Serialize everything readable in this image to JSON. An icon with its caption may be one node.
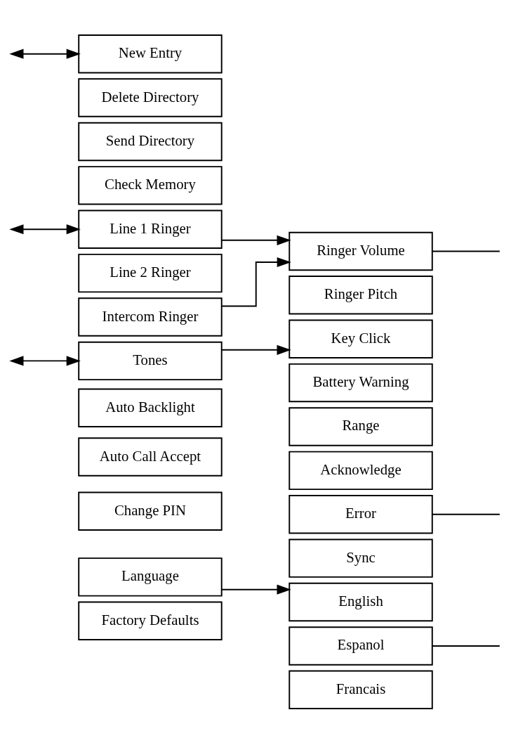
{
  "diagram": {
    "nodes": [
      {
        "text": [
          "New Entry"
        ]
      },
      {
        "text": [
          "Delete Directory"
        ]
      },
      {
        "text": [
          "Send Directory"
        ]
      },
      {
        "text": [
          "Check Memory"
        ]
      },
      {
        "text": [
          "Line 1 Ringer"
        ]
      },
      {
        "text": [
          "Line 2 Ringer"
        ]
      },
      {
        "text": [
          "Intercom Ringer"
        ]
      },
      {
        "text": [
          "Ringer Volume"
        ]
      },
      {
        "text": [
          "Ringer Pitch"
        ]
      },
      {
        "text": [
          "Tones"
        ]
      },
      {
        "text": [
          "Auto Backlight"
        ]
      },
      {
        "text": [
          "Auto Call Accept"
        ]
      },
      {
        "text": [
          "Change PIN"
        ]
      },
      {
        "text": [
          "Language"
        ]
      },
      {
        "text": [
          "Factory Defaults"
        ]
      },
      {
        "text": [
          "Key Click"
        ]
      },
      {
        "text": [
          "Battery Warning"
        ]
      },
      {
        "text": [
          "Range"
        ]
      },
      {
        "text": [
          "Acknowledge"
        ]
      },
      {
        "text": [
          "Error"
        ]
      },
      {
        "text": [
          "Sync"
        ]
      },
      {
        "text": [
          "English"
        ]
      },
      {
        "text": [
          "Espanol"
        ]
      },
      {
        "text": [
          "Francais"
        ]
      }
    ],
    "edges": [
      {
        "from": null,
        "to": 0,
        "arrow": "both"
      },
      {
        "from": null,
        "to": 4,
        "arrow": "both"
      },
      {
        "from": 4,
        "to": 7,
        "arrow": "to"
      },
      {
        "from": 6,
        "to": 7,
        "arrow": "to"
      },
      {
        "from": null,
        "to": 9,
        "arrow": "both"
      },
      {
        "from": 9,
        "to": 15,
        "arrow": "to"
      },
      {
        "from": 13,
        "to": 21,
        "arrow": "to"
      },
      {
        "from": 7,
        "to": null,
        "arrow": "none"
      },
      {
        "from": 19,
        "to": null,
        "arrow": "none"
      },
      {
        "from": 22,
        "to": null,
        "arrow": "none"
      }
    ]
  }
}
